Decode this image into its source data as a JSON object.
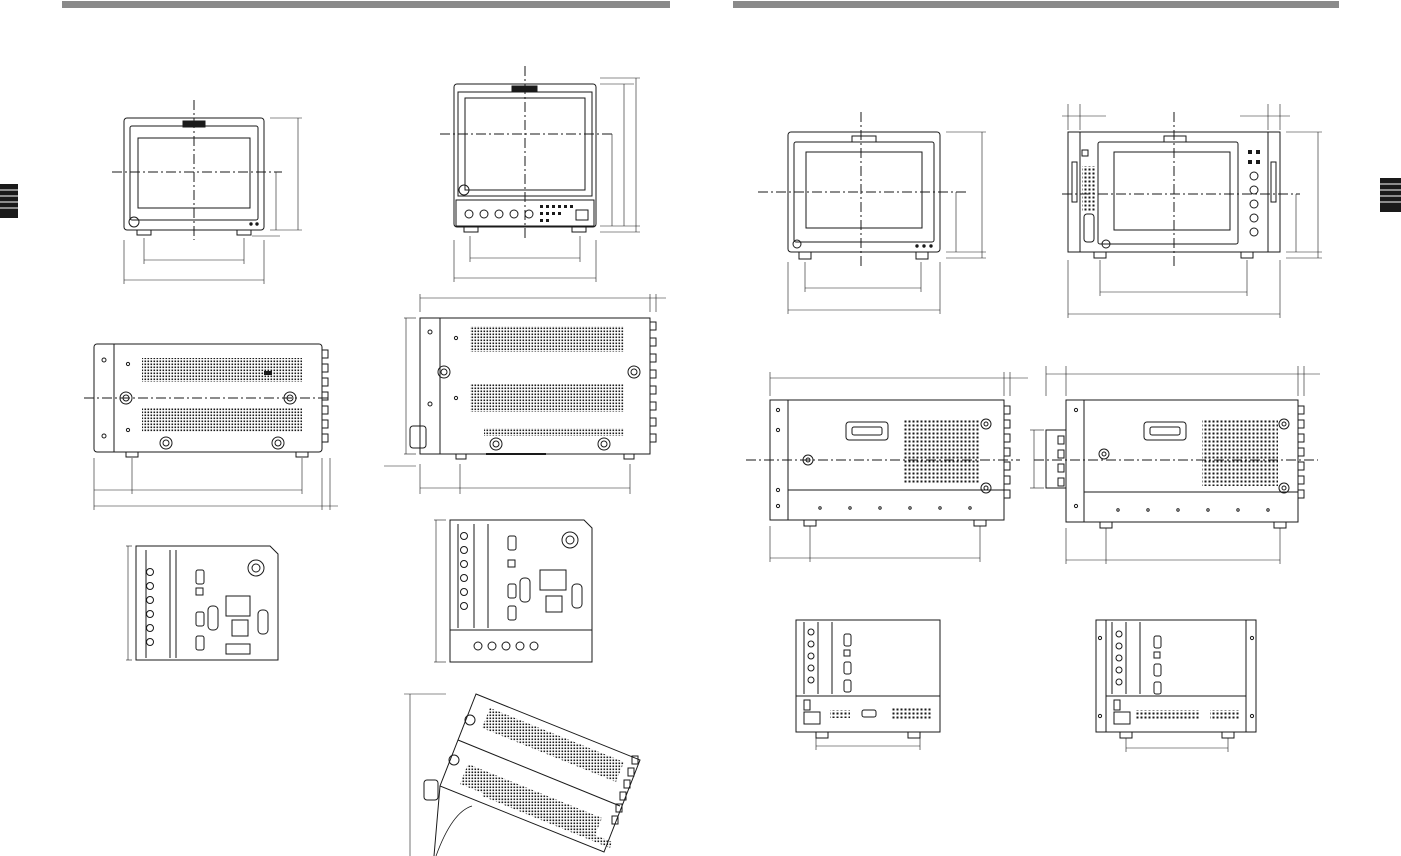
{
  "colors": {
    "line": "#1a1a1a",
    "header_bar": "#8a8a8a",
    "edge_tab": "#1a1a1a",
    "background": "#ffffff"
  },
  "page": {
    "header_bars": [
      "left-page-rule",
      "right-page-rule"
    ],
    "edge_tabs": [
      "left-edge-tab",
      "right-edge-tab"
    ]
  },
  "views": [
    {
      "id": "small-monitor-front",
      "kind": "front-view-small"
    },
    {
      "id": "large-monitor-front",
      "kind": "front-view-with-controls"
    },
    {
      "id": "small-monitor-side",
      "kind": "side-view-vented"
    },
    {
      "id": "large-monitor-side",
      "kind": "side-view-vented-with-handle"
    },
    {
      "id": "small-monitor-rear",
      "kind": "rear-view"
    },
    {
      "id": "large-monitor-rear",
      "kind": "rear-view-with-connector-strip"
    },
    {
      "id": "large-monitor-tilted-side",
      "kind": "tilted-side-view"
    },
    {
      "id": "desktop-monitor-front",
      "kind": "front-view"
    },
    {
      "id": "rackmount-monitor-front",
      "kind": "front-view-rack-ears"
    },
    {
      "id": "desktop-monitor-side",
      "kind": "side-view-with-handle"
    },
    {
      "id": "rackmount-monitor-side",
      "kind": "side-view-with-rack-bracket"
    },
    {
      "id": "desktop-monitor-rear",
      "kind": "rear-view-with-power-inlet"
    },
    {
      "id": "rackmount-monitor-rear",
      "kind": "rear-view-with-power-inlet"
    }
  ]
}
